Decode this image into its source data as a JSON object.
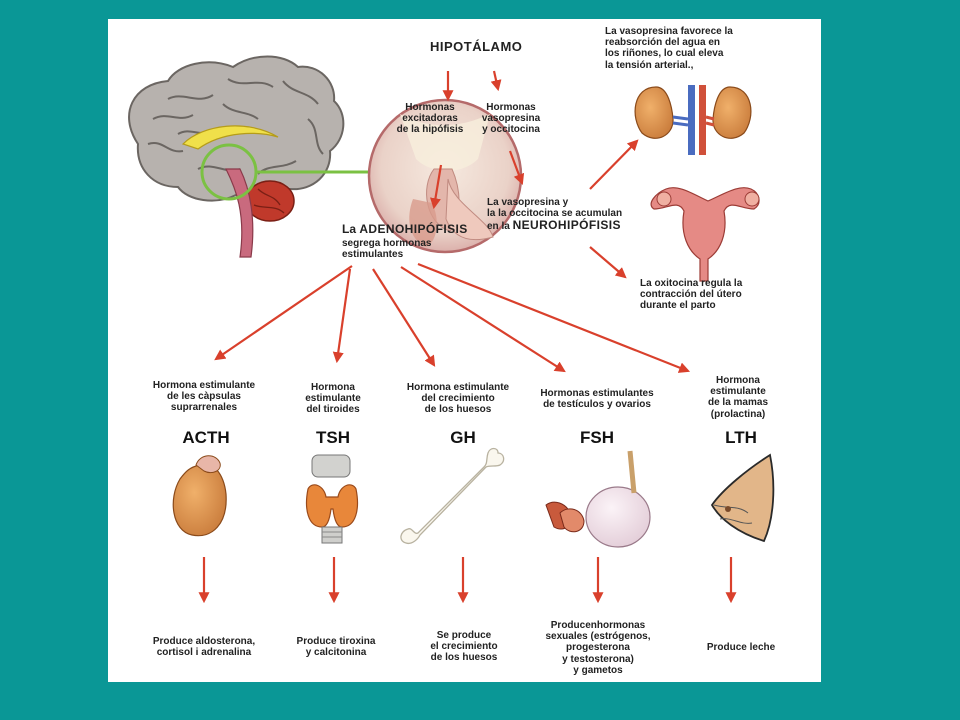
{
  "hypothalamus": {
    "title": "HIPOTÁLAMO",
    "label_left": "Hormonas\nexcitadoras\nde la hipófisis",
    "label_right": "Hormonas\nvasopresina\ny occitocina",
    "label_accumulate": "La vasopresina y\nla la occitocina se acumulan\nen la ",
    "neuro_word": "NEUROHIPÓFISIS"
  },
  "adenohypophysis": {
    "prefix": "La ",
    "name": "ADENOHIPÓFISIS",
    "text": "segrega hormonas\nestimulantes"
  },
  "vasopressin_note": "La vasopresina favorece la\nreabsorción del agua en\nlos riñones, lo cual eleva\nla tensión arterial.,",
  "oxytocin_note": "La oxitocina regula la\ncontracción del útero\ndurante el parto",
  "hormones": [
    {
      "description": "Hormona estimulante\nde les càpsulas\nsuprarrenales",
      "abbr": "ACTH",
      "effect": "Produce aldosterona,\ncortisol i adrenalina"
    },
    {
      "description": "Hormona\nestimulante\ndel tiroides",
      "abbr": "TSH",
      "effect": "Produce tiroxina\ny calcitonina"
    },
    {
      "description": "Hormona estimulante\ndel crecimiento\nde los huesos",
      "abbr": "GH",
      "effect": "Se produce\nel crecimiento\nde los huesos"
    },
    {
      "description": "Hormonas estimulantes\nde testículos y ovarios",
      "abbr": "FSH",
      "effect": "Producenhormonas\nsexuales (estrógenos,\nprogesterona\ny testosterona)\ny gametos"
    },
    {
      "description": "Hormona\nestimulante\nde la mamas\n(prolactina)",
      "abbr": "LTH",
      "effect": "Produce leche"
    }
  ],
  "colors": {
    "background": "#0a9796",
    "arrow": "#d9402c",
    "highlight_green": "#7bc143"
  }
}
